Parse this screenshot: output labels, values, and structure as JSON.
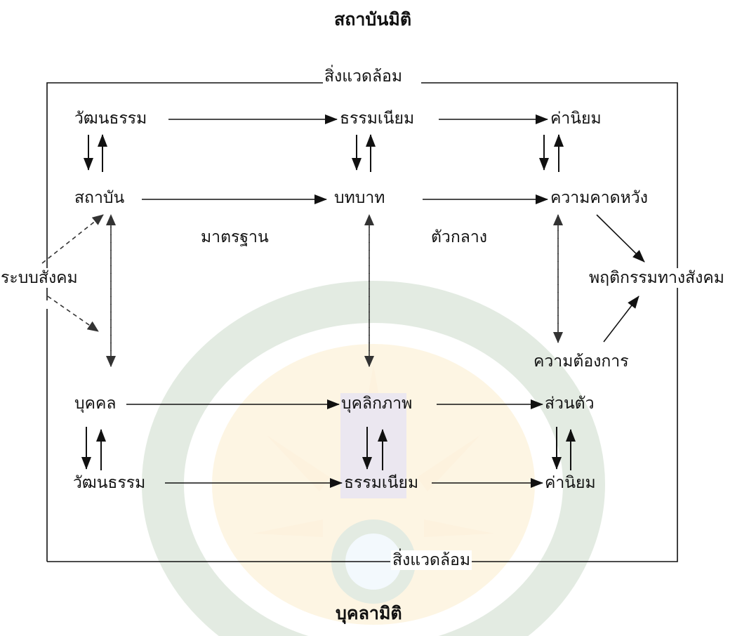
{
  "diagram": {
    "title_top": "สถาบันมิติ",
    "title_bottom": "บุคลามิติ",
    "environment_top": "สิ่งแวดล้อม",
    "environment_bottom": "สิ่งแวดล้อม",
    "social_system": "ระบบสังคม",
    "institutional": {
      "culture": "วัฒนธรรม",
      "custom": "ธรรมเนียม",
      "value": "ค่านิยม",
      "institution": "สถาบัน",
      "role": "บทบาท",
      "expectation": "ความคาดหวัง"
    },
    "middle": {
      "standard": "มาตรฐาน",
      "intermediary": "ตัวกลาง",
      "social_behavior": "พฤติกรรมทางสังคม",
      "need": "ความต้องการ"
    },
    "personal": {
      "individual": "บุคคล",
      "personality": "บุคลิกภาพ",
      "personal": "ส่วนตัว",
      "culture": "วัฒนธรรม",
      "custom": "ธรรมเนียม",
      "value": "ค่านิยม"
    }
  },
  "watermark": {
    "color_green": "#2e6b2a",
    "color_gold": "#f2b632",
    "color_purple": "#6d4c8f"
  }
}
